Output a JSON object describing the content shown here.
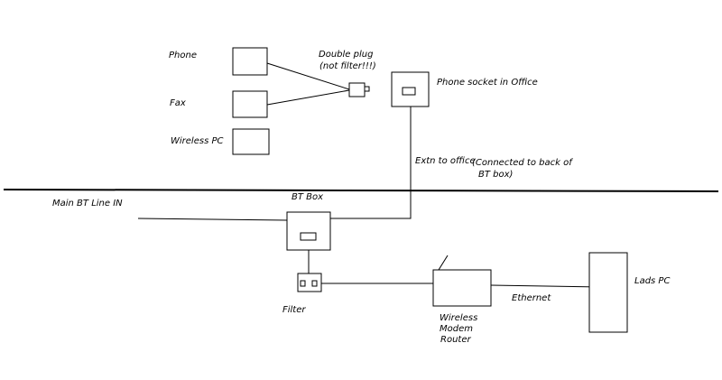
{
  "labels": {
    "phone": "Phone",
    "fax": "Fax",
    "wireless_pc": "Wireless PC",
    "double_plug_1": "Double plug",
    "double_plug_2": "(not filter!!!)",
    "phone_socket": "Phone socket in Office",
    "extn": "Extn to office",
    "connected_1": "(Connected to back of",
    "connected_2": "BT box)",
    "bt_box": "BT Box",
    "main_line": "Main BT Line IN",
    "filter": "Filter",
    "router_1": "Wireless",
    "router_2": "Modem",
    "router_3": "Router",
    "ethernet": "Ethernet",
    "lads_pc": "Lads PC"
  },
  "colors": {
    "ink": "#000000",
    "background": "#ffffff"
  }
}
